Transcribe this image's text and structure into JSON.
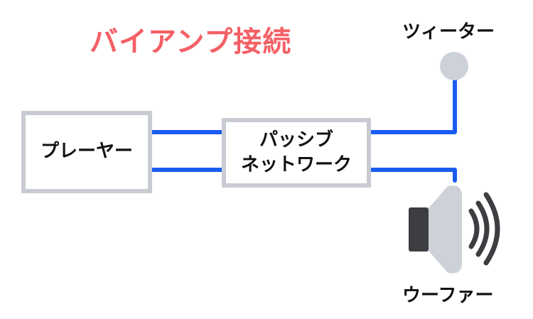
{
  "title": "バイアンプ接続",
  "player": {
    "label": "プレーヤー"
  },
  "network": {
    "line1": "パッシブ",
    "line2": "ネットワーク"
  },
  "tweeter": {
    "label": "ツィーター"
  },
  "woofer": {
    "label": "ウーファー"
  },
  "colors": {
    "title": "#f46066",
    "wire": "#1a5cf0",
    "box_border": "#c8ccd2",
    "tweeter": "#cdd1d8",
    "speaker_dark": "#3c3e42"
  }
}
